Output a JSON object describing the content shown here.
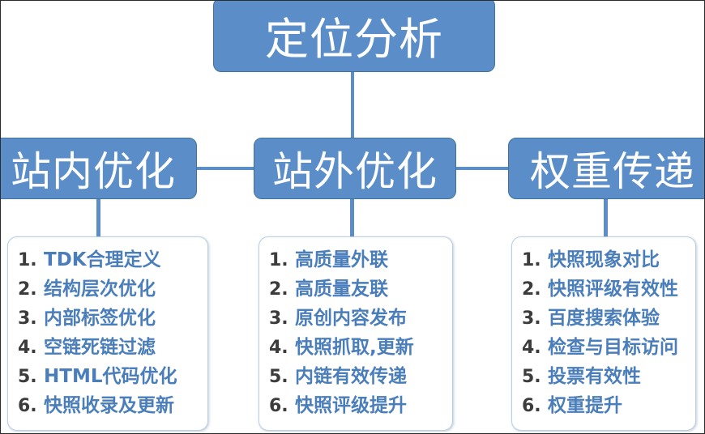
{
  "diagram": {
    "title_node": {
      "label": "定位分析"
    },
    "level2": [
      {
        "key": "onsite",
        "label": "站内优化"
      },
      {
        "key": "offsite",
        "label": "站外优化"
      },
      {
        "key": "weight",
        "label": "权重传递"
      }
    ],
    "panels": [
      {
        "key": "onsite-list",
        "items": [
          {
            "num": "1.",
            "text": "TDK合理定义"
          },
          {
            "num": "2.",
            "text": "结构层次优化"
          },
          {
            "num": "3.",
            "text": "内部标签优化"
          },
          {
            "num": "4.",
            "text": "空链死链过滤"
          },
          {
            "num": "5.",
            "text": "HTML代码优化"
          },
          {
            "num": "6.",
            "text": "快照收录及更新"
          }
        ]
      },
      {
        "key": "offsite-list",
        "items": [
          {
            "num": "1.",
            "text": "高质量外联"
          },
          {
            "num": "2.",
            "text": "高质量友联"
          },
          {
            "num": "3.",
            "text": "原创内容发布"
          },
          {
            "num": "4.",
            "text": "快照抓取,更新"
          },
          {
            "num": "5.",
            "text": "内链有效传递"
          },
          {
            "num": "6.",
            "text": "快照评级提升"
          }
        ]
      },
      {
        "key": "weight-list",
        "items": [
          {
            "num": "1.",
            "text": "快照现象对比"
          },
          {
            "num": "2.",
            "text": "快照评级有效性"
          },
          {
            "num": "3.",
            "text": "百度搜索体验"
          },
          {
            "num": "4.",
            "text": "检查与目标访问"
          },
          {
            "num": "5.",
            "text": "投票有效性"
          },
          {
            "num": "6.",
            "text": "权重提升"
          }
        ]
      }
    ],
    "colors": {
      "node_fill": "#5b8ec9",
      "node_border": "#41719c",
      "node_text": "#ffffff",
      "connector": "#5b8ec9",
      "panel_border": "#b9cfe3",
      "list_number": "#3c3c3c",
      "list_text": "#4a7ebb",
      "canvas_border": "#2b2b2b",
      "background": "#ffffff"
    }
  }
}
